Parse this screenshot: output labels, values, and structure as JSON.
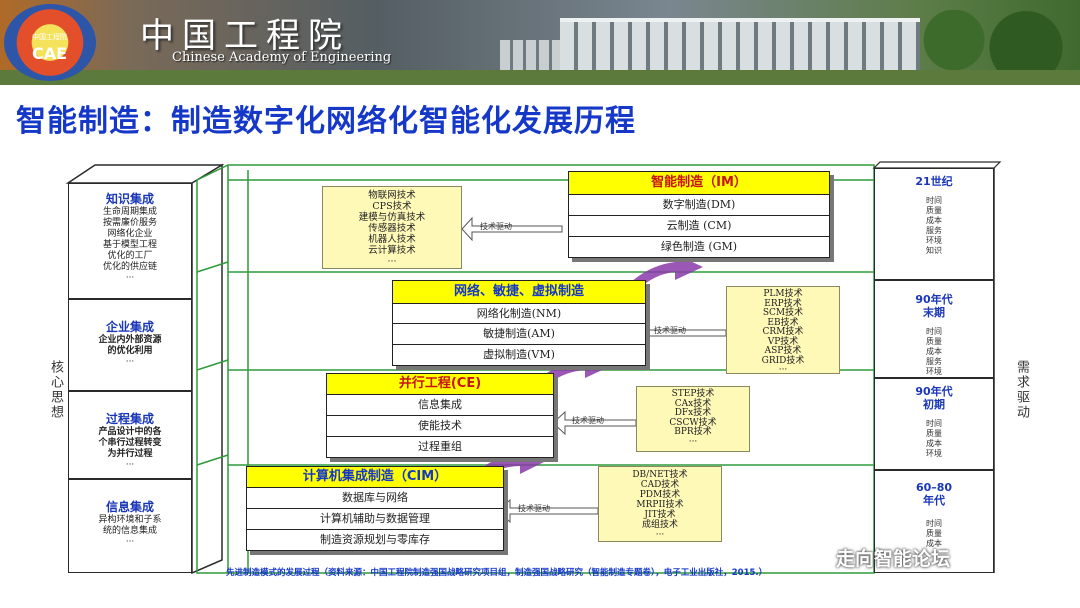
{
  "header": {
    "logo_small": "中国工程院",
    "logo_text": "CAE",
    "title_cn": "中国工程院",
    "title_en": "Chinese Academy of Engineering"
  },
  "page_title": "智能制造：制造数字化网络化智能化发展历程",
  "left_label": "核心思想",
  "right_label": "需求驱动",
  "left_blocks": [
    {
      "title": "知识集成",
      "lines": [
        "生命周期集成",
        "按需廉价服务",
        "网络化企业",
        "基于模型工程",
        "优化的工厂",
        "优化的供应链",
        "···"
      ]
    },
    {
      "title": "企业集成",
      "lines": [
        "企业内外部资源",
        "的优化利用",
        "···"
      ]
    },
    {
      "title": "过程集成",
      "lines": [
        "产品设计中的各",
        "个串行过程转变",
        "为并行过程",
        "···"
      ]
    },
    {
      "title": "信息集成",
      "lines": [
        "异构环境和子系",
        "统的信息集成",
        "···"
      ]
    }
  ],
  "right_blocks": [
    {
      "title": "21世纪",
      "lines": [
        "时间",
        "质量",
        "成本",
        "服务",
        "环境",
        "知识"
      ]
    },
    {
      "title": "90年代\n末期",
      "lines": [
        "时间",
        "质量",
        "成本",
        "服务",
        "环境"
      ]
    },
    {
      "title": "90年代\n初期",
      "lines": [
        "时间",
        "质量",
        "成本",
        "环境"
      ]
    },
    {
      "title": "60–80\n年代",
      "lines": [
        "时间",
        "质量",
        "成本"
      ]
    }
  ],
  "eras": [
    {
      "title": "智能制造（IM）",
      "rows": [
        "数字制造(DM)",
        "云制造 (CM)",
        "绿色制造 (GM)"
      ]
    },
    {
      "title": "网络、敏捷、虚拟制造",
      "rows": [
        "网络化制造(NM)",
        "敏捷制造(AM)",
        "虚拟制造(VM)"
      ]
    },
    {
      "title": "并行工程(CE)",
      "rows": [
        "信息集成",
        "使能技术",
        "过程重组"
      ]
    },
    {
      "title": "计算机集成制造（CIM）",
      "rows": [
        "数据库与网络",
        "计算机辅助与数据管理",
        "制造资源规划与零库存"
      ]
    }
  ],
  "tech_boxes": [
    {
      "lines": [
        "物联网技术",
        "CPS技术",
        "建模与仿真技术",
        "传感器技术",
        "机器人技术",
        "云计算技术",
        "···"
      ]
    },
    {
      "lines": [
        "PLM技术",
        "ERP技术",
        "SCM技术",
        "EB技术",
        "CRM技术",
        "VP技术",
        "ASP技术",
        "GRID技术",
        "···"
      ]
    },
    {
      "lines": [
        "STEP技术",
        "CAx技术",
        "DFx技术",
        "CSCW技术",
        "BPR技术",
        "···"
      ]
    },
    {
      "lines": [
        "DB/NET技术",
        "CAD技术",
        "PDM技术",
        "MRPII技术",
        "JIT技术",
        "成组技术",
        "···"
      ]
    }
  ],
  "driver_label": "技术驱动",
  "footnote": "先进制造模式的发展过程（资料来源：中国工程院制造强国战略研究项目组，制造强国战略研究（智能制造专题卷），电子工业出版社，2015.）",
  "watermark": "走向智能论坛",
  "colors": {
    "title_blue": "#1538c8",
    "era_yellow": "#ffff00",
    "tech_yellow": "#fff9b8",
    "arrow_purple": "#8a3aa8",
    "frame_green": "#2f9a3a"
  }
}
